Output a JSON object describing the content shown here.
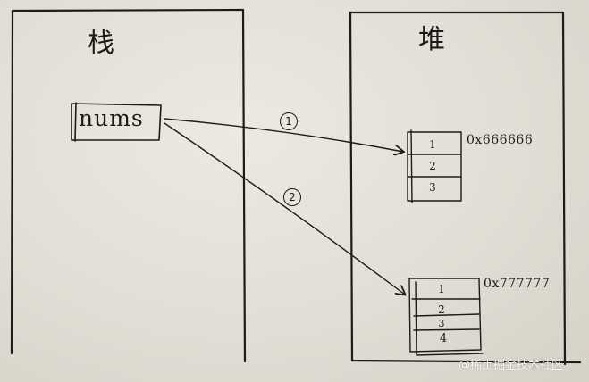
{
  "stack": {
    "title": "栈",
    "variable": "nums"
  },
  "heap": {
    "title": "堆",
    "array1": {
      "address": "0x666666",
      "cells": [
        "1",
        "2",
        "3"
      ]
    },
    "array2": {
      "address": "0x777777",
      "cells": [
        "1",
        "2",
        "3",
        "4"
      ]
    }
  },
  "arrows": [
    {
      "label": "1"
    },
    {
      "label": "2"
    }
  ],
  "watermark": "@稀土掘金技术社区",
  "colors": {
    "ink": "#1b1b1b",
    "paper": "#e3dfd6"
  }
}
